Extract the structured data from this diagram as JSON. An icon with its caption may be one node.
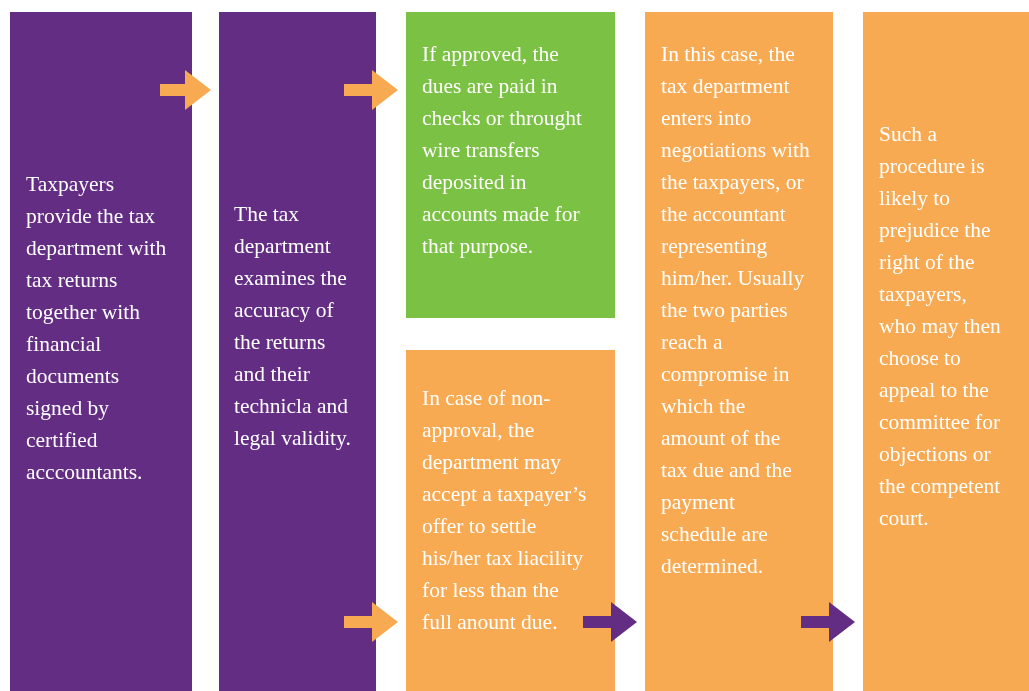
{
  "diagram": {
    "nodes": [
      {
        "text": [
          "Taxpayers provide the tax department with tax returns together with financial documents signed by certified acccountants."
        ]
      },
      {
        "text": [
          "The tax department examines the accuracy of the returns and their technicla and legal validity."
        ]
      },
      {
        "text": [
          "If approved, the dues are paid in checks or throught wire transfers deposited in accounts made for that purpose."
        ]
      },
      {
        "text": [
          "In case of non-approval, the department may accept a taxpayer’s offer to settle his/her tax liacility for less than the full anount due."
        ]
      },
      {
        "text": [
          "In this case, the tax department enters into negotiations with the taxpayers, or the accountant representing him/her. Usually the two parties reach a compromise in which the amount of the tax due and the payment schedule are determined."
        ]
      },
      {
        "text": [
          "Such a procedure is likely to prejudice the right of the taxpayers, who may then choose to appeal to the committee for objections or the competent court."
        ]
      }
    ],
    "edges": [
      {
        "from": 0,
        "to": 1,
        "arrow": "to"
      },
      {
        "from": 1,
        "to": 2,
        "arrow": "to"
      },
      {
        "from": 1,
        "to": 3,
        "arrow": "to"
      },
      {
        "from": 3,
        "to": 4,
        "arrow": "to",
        "color": "#642d84"
      },
      {
        "from": 4,
        "to": 5,
        "arrow": "to",
        "color": "#642d84"
      }
    ]
  }
}
